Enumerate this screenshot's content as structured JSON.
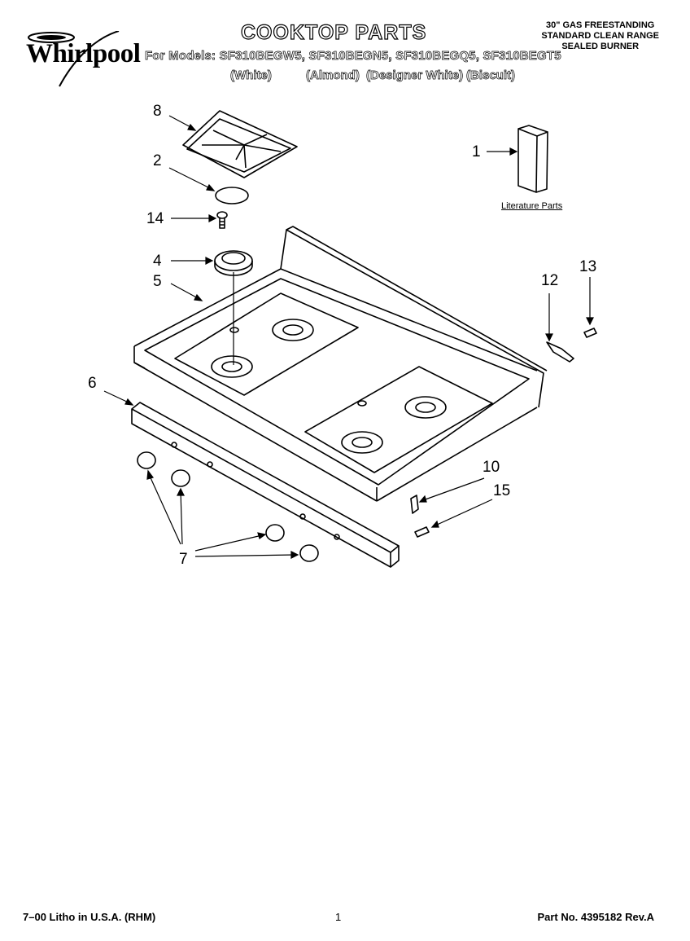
{
  "header": {
    "brand": "Whirlpool",
    "title": "COOKTOP PARTS",
    "models_line": "For Models: SF310BEGW5, SF310BEGN5, SF310BEGQ5, SF310BEGT5",
    "variants": [
      "(White)",
      "(Almond)",
      "(Designer White)",
      "(Biscuit)"
    ],
    "spec": [
      "30\" GAS FREESTANDING",
      "STANDARD CLEAN RANGE",
      "SEALED BURNER"
    ]
  },
  "diagram": {
    "literature_label": "Literature Parts",
    "callouts": [
      "1",
      "2",
      "4",
      "5",
      "6",
      "7",
      "8",
      "10",
      "12",
      "13",
      "14",
      "15"
    ]
  },
  "footer": {
    "left": "7–00 Litho in U.S.A. (RHM)",
    "center": "1",
    "right": "Part No. 4395182 Rev.A"
  }
}
